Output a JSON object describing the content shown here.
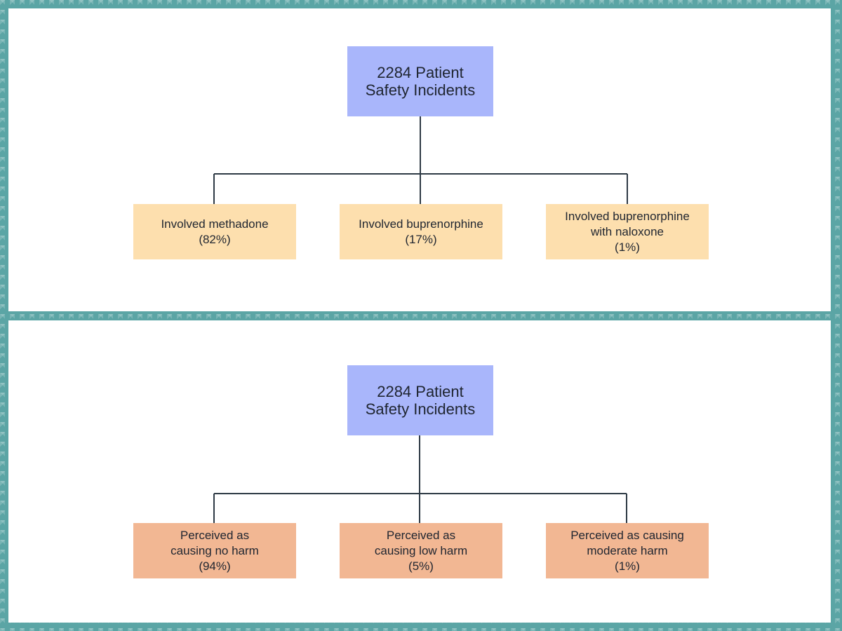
{
  "top_tree": {
    "root": {
      "line1": "2284 Patient",
      "line2": "Safety Incidents"
    },
    "children": [
      {
        "lines": [
          "Involved methadone",
          "(82%)"
        ],
        "color": "#fddfae"
      },
      {
        "lines": [
          "Involved buprenorphine",
          "(17%)"
        ],
        "color": "#fddfae"
      },
      {
        "lines": [
          "Involved buprenorphine",
          "with naloxone",
          "(1%)"
        ],
        "color": "#fddfae"
      }
    ]
  },
  "bottom_tree": {
    "root": {
      "line1": "2284 Patient",
      "line2": "Safety Incidents"
    },
    "children": [
      {
        "lines": [
          "Perceived as",
          "causing no harm",
          "(94%)"
        ],
        "color": "#f2b793"
      },
      {
        "lines": [
          "Perceived as",
          "causing low harm",
          "(5%)"
        ],
        "color": "#f2b793"
      },
      {
        "lines": [
          "Perceived as causing",
          "moderate harm",
          "(1%)"
        ],
        "color": "#f2b793"
      }
    ]
  },
  "colors": {
    "root_fill": "#a9b6fb",
    "connector": "#2e3a45",
    "frame": "#5ba5a5"
  }
}
